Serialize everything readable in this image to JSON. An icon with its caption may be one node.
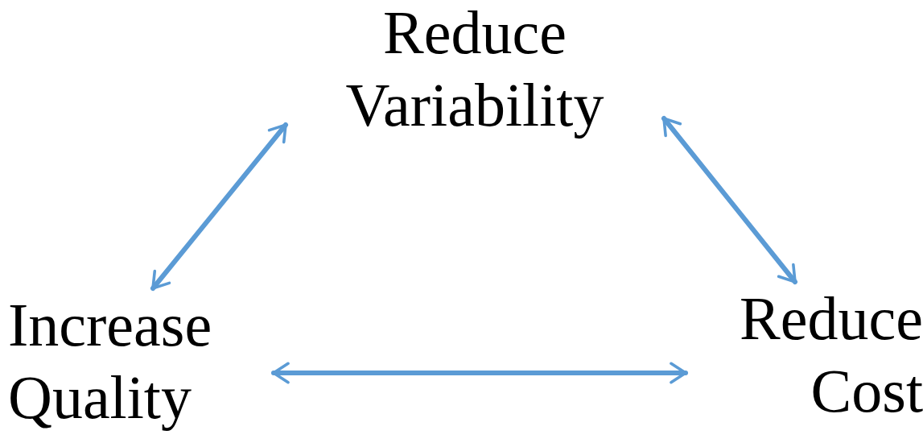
{
  "diagram": {
    "nodes": [
      {
        "text": [
          "Reduce Variability"
        ]
      },
      {
        "text": [
          "Increase Quality"
        ]
      },
      {
        "text": [
          "Reduce Cost"
        ]
      }
    ],
    "edges": [
      {
        "from": 1,
        "to": 0,
        "arrow": "both"
      },
      {
        "from": 0,
        "to": 2,
        "arrow": "both"
      },
      {
        "from": 1,
        "to": 2,
        "arrow": "both"
      }
    ]
  }
}
